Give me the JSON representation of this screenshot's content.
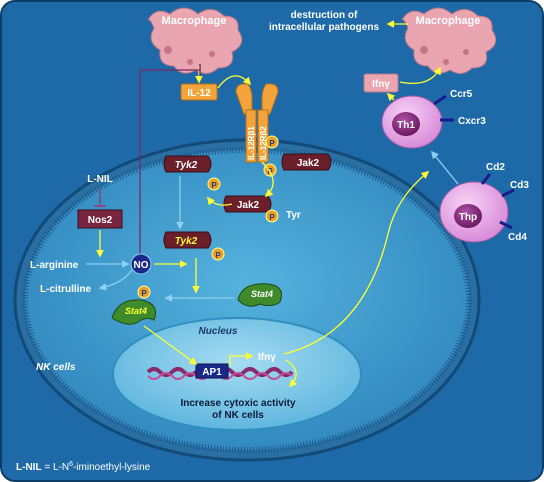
{
  "labels": {
    "macrophage_left": "Macrophage",
    "macrophage_right": "Macrophage",
    "destruction_line1": "destruction of",
    "destruction_line2": "intracellular pathogens",
    "il12": "IL-12",
    "il12rb1": "IL-12Rβ1",
    "il12rb2": "IL-12Rβ2",
    "tyk2_top": "Tyk2",
    "jak2_right": "Jak2",
    "jak2_mid": "Jak2",
    "tyr": "Tyr",
    "tyk2_phos": "Tyk2",
    "lnil": "L-NIL",
    "nos2": "Nos2",
    "larginine": "L-arginine",
    "no": "NO",
    "lcitrulline": "L-citrulline",
    "stat4_left": "Stat4",
    "stat4_right": "Stat4",
    "nucleus": "Nucleus",
    "nk_cells": "NK cells",
    "ap1": "AP1",
    "ifng_nucleus": "Ifnγ",
    "increase_line1": "Increase cytoxic activity",
    "increase_line2": "of NK cells",
    "ifng_top": "Ifnγ",
    "th1": "Th1",
    "ccr5": "Ccr5",
    "cxcr3": "Cxcr3",
    "thp": "Thp",
    "cd2": "Cd2",
    "cd3": "Cd3",
    "cd4": "Cd4",
    "phospho": "P",
    "footnote_bold": "L-NIL",
    "footnote_mid": " = L-N",
    "footnote_sup": "6",
    "footnote_rest": "-iminoethyl-lysine"
  },
  "colors": {
    "outer_bg": "#1e6aa8",
    "cell_fill": "#3f9ccf",
    "nucleus_fill": "#7cc8e8",
    "macrophage": "#e9a6b1",
    "th_cell": "#e8a8e8",
    "arrow": "#ffff33",
    "phospho": "#f0a020",
    "kinase": "#6b1f2a",
    "stat4": "#3f8a2a",
    "nos2": "#7a2540",
    "receptor": "#f2a33a"
  }
}
